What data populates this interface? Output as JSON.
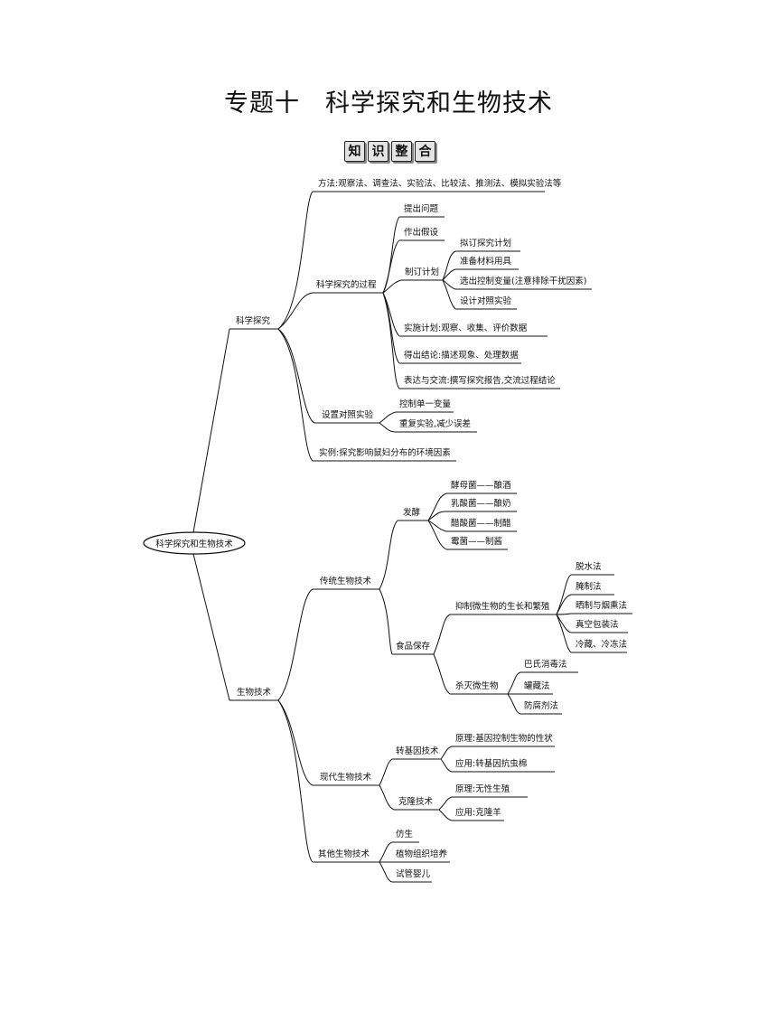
{
  "title": "专题十　科学探究和生物技术",
  "badges": [
    "知",
    "识",
    "整",
    "合"
  ],
  "mindmap": {
    "root": "科学探究和生物技术",
    "branches": [
      {
        "label": "科学探究",
        "children": [
          {
            "label": "方法:观察法、调查法、实验法、比较法、推测法、模拟实验法等"
          },
          {
            "label": "科学探究的过程",
            "children": [
              {
                "label": "提出问题"
              },
              {
                "label": "作出假设"
              },
              {
                "label": "制订计划",
                "children": [
                  {
                    "label": "拟订探究计划"
                  },
                  {
                    "label": "准备材料用具"
                  },
                  {
                    "label": "选出控制变量(注意排除干扰因素)"
                  },
                  {
                    "label": "设计对照实验"
                  }
                ]
              },
              {
                "label": "实施计划:观察、收集、评价数据"
              },
              {
                "label": "得出结论:描述现象、处理数据"
              },
              {
                "label": "表达与交流:撰写探究报告,交流过程结论"
              }
            ]
          },
          {
            "label": "设置对照实验",
            "children": [
              {
                "label": "控制单一变量"
              },
              {
                "label": "重复实验,减少误差"
              }
            ]
          },
          {
            "label": "实例:探究影响鼠妇分布的环境因素"
          }
        ]
      },
      {
        "label": "生物技术",
        "children": [
          {
            "label": "传统生物技术",
            "children": [
              {
                "label": "发酵",
                "children": [
                  {
                    "label": "酵母菌——酿酒"
                  },
                  {
                    "label": "乳酸菌——酿奶"
                  },
                  {
                    "label": "醋酸菌——制醋"
                  },
                  {
                    "label": "霉菌——制酱"
                  }
                ]
              },
              {
                "label": "食品保存",
                "children": [
                  {
                    "label": "抑制微生物的生长和繁殖",
                    "children": [
                      {
                        "label": "脱水法"
                      },
                      {
                        "label": "腌制法"
                      },
                      {
                        "label": "晒制与烟熏法"
                      },
                      {
                        "label": "真空包装法"
                      },
                      {
                        "label": "冷藏、冷冻法"
                      }
                    ]
                  },
                  {
                    "label": "杀灭微生物",
                    "children": [
                      {
                        "label": "巴氏消毒法"
                      },
                      {
                        "label": "罐藏法"
                      },
                      {
                        "label": "防腐剂法"
                      }
                    ]
                  }
                ]
              }
            ]
          },
          {
            "label": "现代生物技术",
            "children": [
              {
                "label": "转基因技术",
                "children": [
                  {
                    "label": "原理:基因控制生物的性状"
                  },
                  {
                    "label": "应用:转基因抗虫棉"
                  }
                ]
              },
              {
                "label": "克隆技术",
                "children": [
                  {
                    "label": "原理:无性生殖"
                  },
                  {
                    "label": "应用:克隆羊"
                  }
                ]
              }
            ]
          },
          {
            "label": "其他生物技术",
            "children": [
              {
                "label": "仿生"
              },
              {
                "label": "植物组织培养"
              },
              {
                "label": "试管婴儿"
              }
            ]
          }
        ]
      }
    ]
  }
}
